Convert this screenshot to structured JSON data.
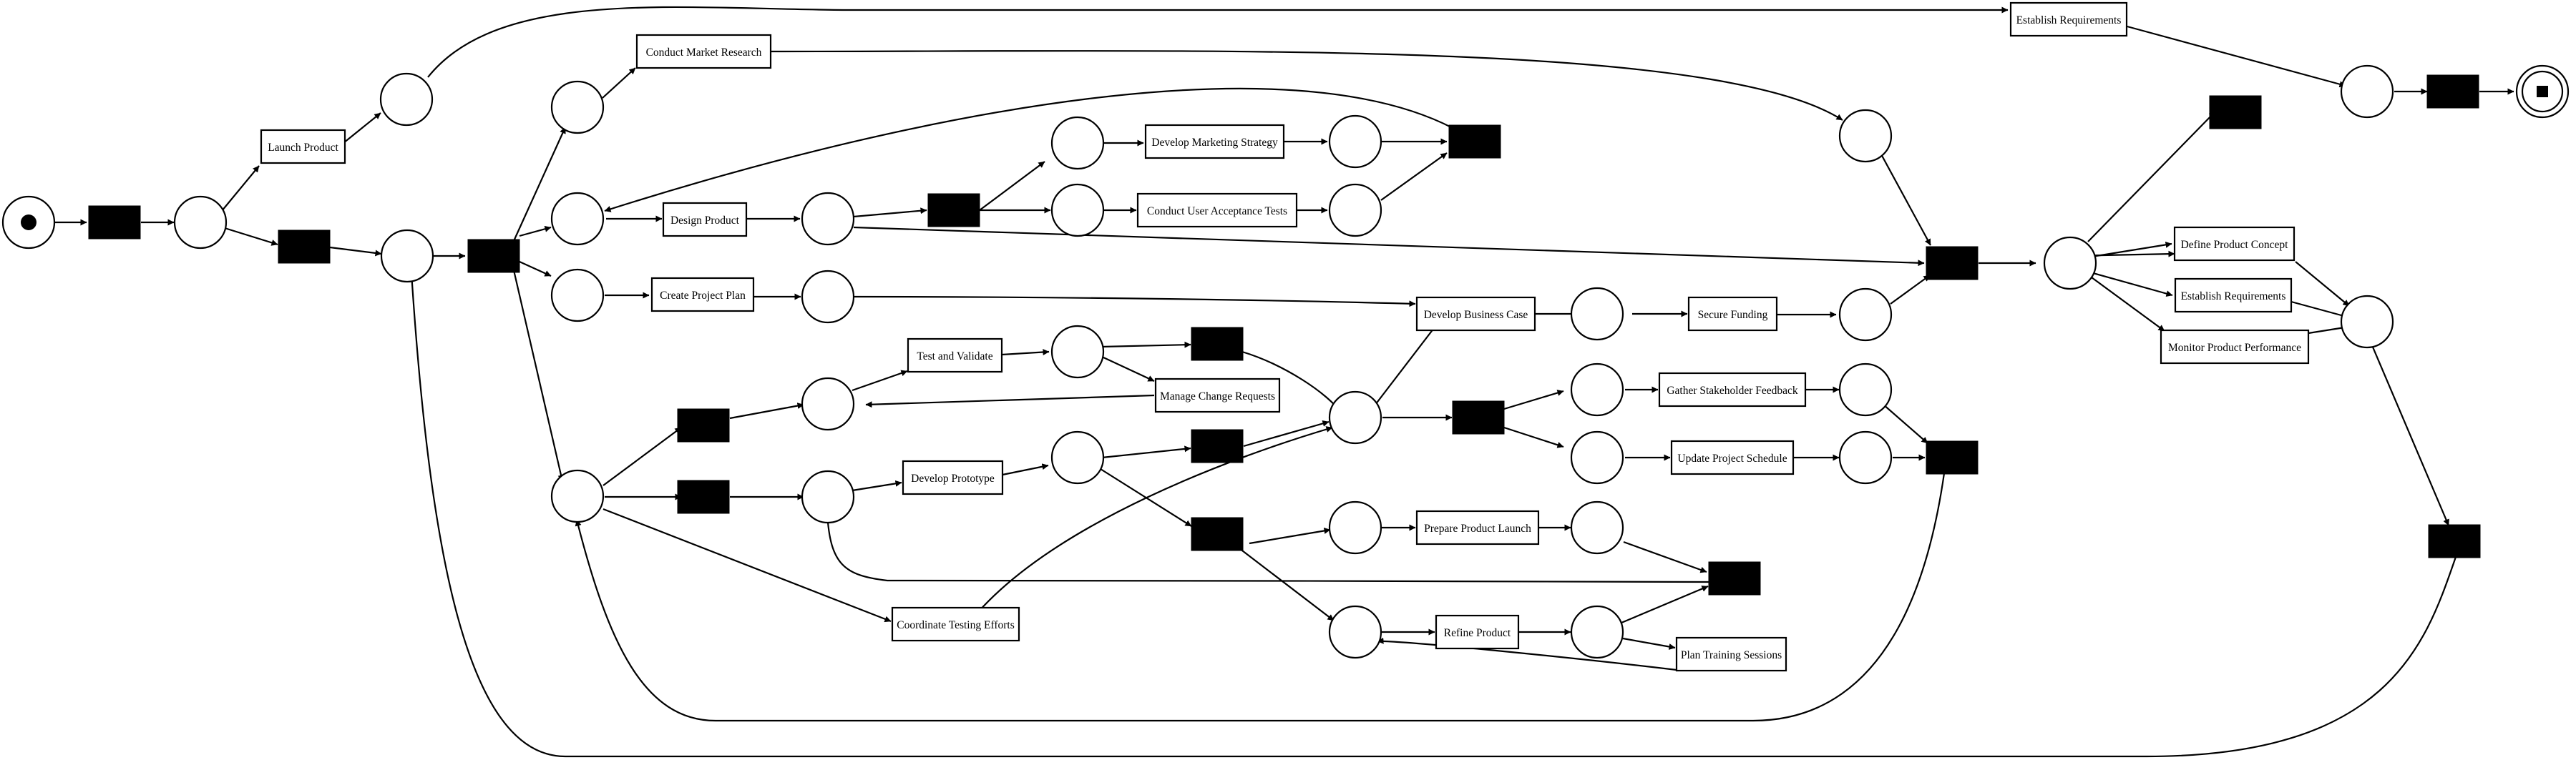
{
  "diagram": {
    "type": "petri-net",
    "tasks": {
      "launch_product": "Launch Product",
      "conduct_market_research": "Conduct Market Research",
      "establish_requirements_top": "Establish Requirements",
      "develop_marketing_strategy": "Develop Marketing Strategy",
      "design_product": "Design Product",
      "conduct_uat": "Conduct User Acceptance Tests",
      "create_project_plan": "Create Project Plan",
      "develop_business_case": "Develop Business Case",
      "secure_funding": "Secure Funding",
      "test_and_validate": "Test and Validate",
      "manage_change_requests": "Manage Change Requests",
      "gather_stakeholder_feedback": "Gather Stakeholder Feedback",
      "develop_prototype": "Develop Prototype",
      "update_project_schedule": "Update Project Schedule",
      "prepare_product_launch": "Prepare Product Launch",
      "coordinate_testing_efforts": "Coordinate Testing Efforts",
      "refine_product": "Refine Product",
      "plan_training_sessions": "Plan Training Sessions",
      "define_product_concept": "Define Product Concept",
      "establish_requirements_right": "Establish Requirements",
      "monitor_product_performance": "Monitor Product Performance"
    }
  }
}
